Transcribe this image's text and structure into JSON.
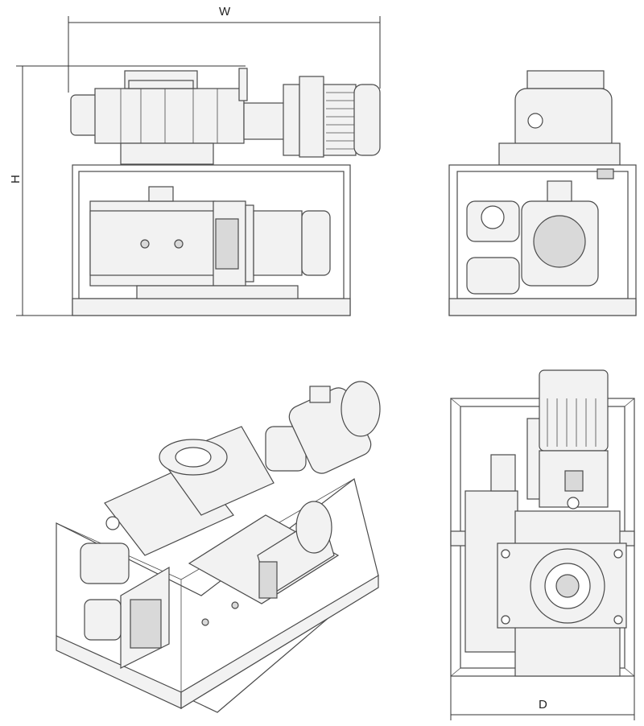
{
  "dimensions": {
    "width_label": "W",
    "height_label": "H",
    "depth_label": "D"
  },
  "views": [
    "front-view",
    "side-view",
    "isometric-view",
    "top-view"
  ]
}
